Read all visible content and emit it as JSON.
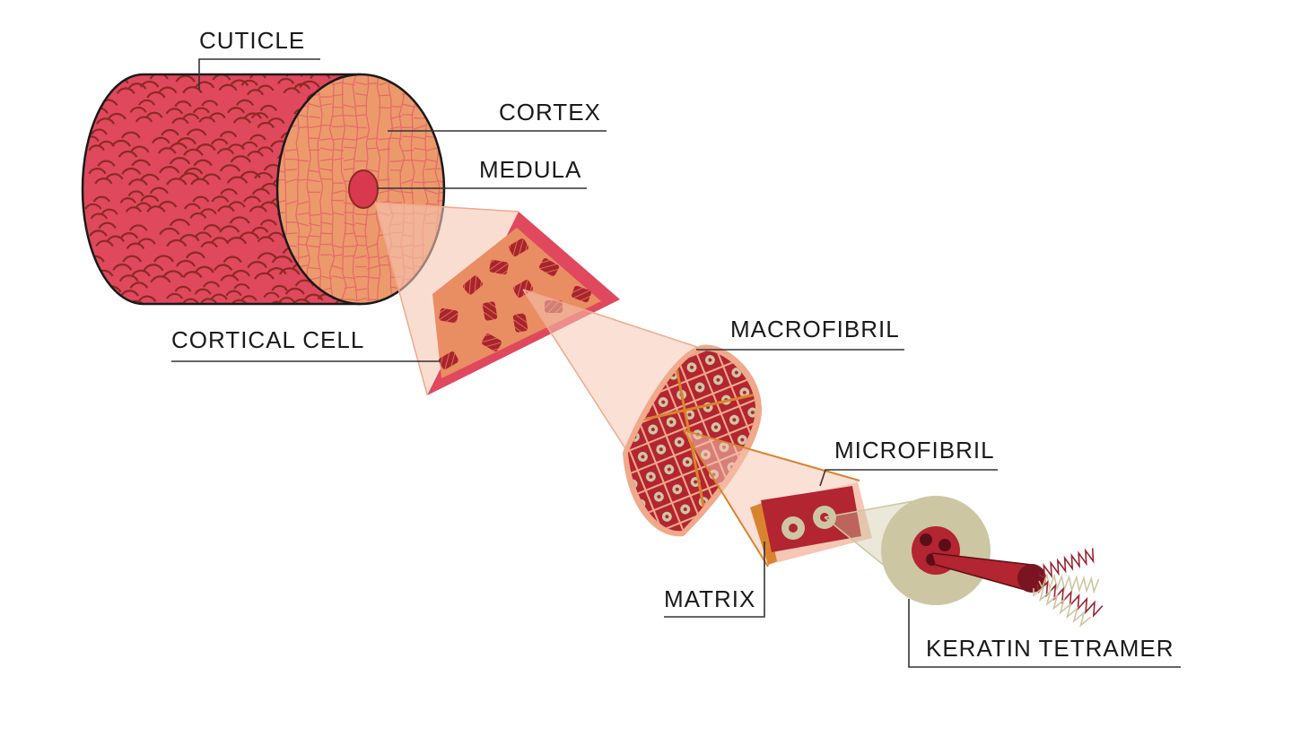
{
  "labels": {
    "cuticle": "CUTICLE",
    "cortex": "CORTEX",
    "medula": "MEDULA",
    "cortical_cell": "CORTICAL CELL",
    "macrofibril": "MACROFIBRIL",
    "microfibril": "MICROFIBRIL",
    "matrix": "MATRIX",
    "keratin_tetramer": "KERATIN TETRAMER"
  },
  "colors": {
    "cuticle": "#e0485e",
    "cuticle_edge": "#8c2a22",
    "cortex": "#ec9a6c",
    "cortex_lines": "#e56b68",
    "medula": "#d9394f",
    "cell_frame": "#e0485e",
    "cell_fill": "#e98d63",
    "macrofibril_fill": "#b32530",
    "macro_rim": "#f0a98a",
    "matrix_band": "#d9832f",
    "tetramer_disc": "#cdc6a3",
    "tetramer_core": "#b3202e",
    "beam": "#f5c6b3",
    "leader": "#333333"
  }
}
